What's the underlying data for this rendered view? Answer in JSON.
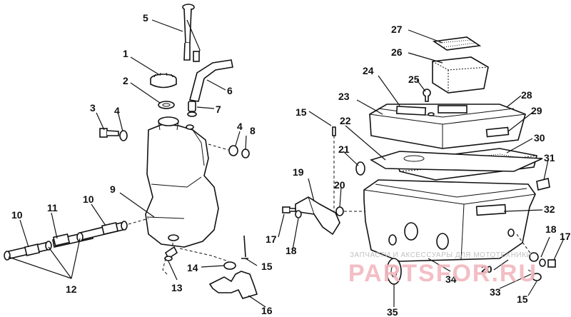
{
  "callouts": {
    "c1": "1",
    "c2": "2",
    "c3": "3",
    "c4a": "4",
    "c4b": "4",
    "c5": "5",
    "c6": "6",
    "c7": "7",
    "c8": "8",
    "c9": "9",
    "c10a": "10",
    "c10b": "10",
    "c11": "11",
    "c12": "12",
    "c13": "13",
    "c14": "14",
    "c15a": "15",
    "c15b": "15",
    "c15c": "15",
    "c16": "16",
    "c17a": "17",
    "c17b": "17",
    "c18a": "18",
    "c18b": "18",
    "c19": "19",
    "c20a": "20",
    "c20b": "20",
    "c21": "21",
    "c22": "22",
    "c23": "23",
    "c24": "24",
    "c25": "25",
    "c26": "26",
    "c27": "27",
    "c28": "28",
    "c29": "29",
    "c30": "30",
    "c31": "31",
    "c32": "32",
    "c33": "33",
    "c34": "34",
    "c35": "35"
  },
  "watermark": {
    "line1": "ЗАПЧАСТИ И АКСЕССУАРЫ ДЛЯ МОТОТЕХНИКИ",
    "line2": "PARTSFOR.RU"
  }
}
